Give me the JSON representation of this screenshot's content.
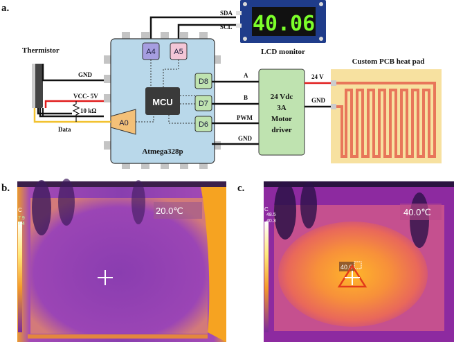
{
  "panels": {
    "a": "a.",
    "b": "b.",
    "c": "c."
  },
  "lcd": {
    "value": "40.06",
    "title": "LCD monitor",
    "sda": "SDA",
    "scl": "SCL"
  },
  "thermistor": {
    "title": "Thermistor",
    "gnd": "GND",
    "vcc": "VCC- 5V",
    "resistor": "10 kΩ",
    "data": "Data"
  },
  "mcu": {
    "name": "Atmega328p",
    "core": "MCU",
    "pins": {
      "a4": "A4",
      "a5": "A5",
      "d8": "D8",
      "d7": "D7",
      "d6": "D6",
      "a0": "A0"
    }
  },
  "driver": {
    "line1": "24 Vdc",
    "line2": "3A",
    "line3": "Motor",
    "line4": "driver",
    "in_a": "A",
    "in_b": "B",
    "in_pwm": "PWM",
    "in_gnd": "GND"
  },
  "heatpad": {
    "title": "Custom PCB heat pad",
    "v24": "24 V",
    "gnd": "GND"
  },
  "thermal_b": {
    "temp": "20.0℃",
    "side_c": "C",
    "side_v1": "7.9",
    "side_v2": "7.4"
  },
  "thermal_c": {
    "temp": "40.0℃",
    "side_c": "C",
    "side_v1": "48.5",
    "side_v2": "40.3",
    "spot": "40.0"
  },
  "colors": {
    "board": "#b9d8ea",
    "driver": "#bfe3b0",
    "pad_bg": "#f7e1a0",
    "pad_trace": "#e8765a",
    "lcd_bg": "#1f3c8a",
    "lcd_digit": "#7cff2a",
    "cool_purple": "#7b2aa3",
    "warm_orange": "#f6a321"
  },
  "icons": [
    "crosshair-icon",
    "warning-triangle-icon",
    "resistor-icon"
  ]
}
